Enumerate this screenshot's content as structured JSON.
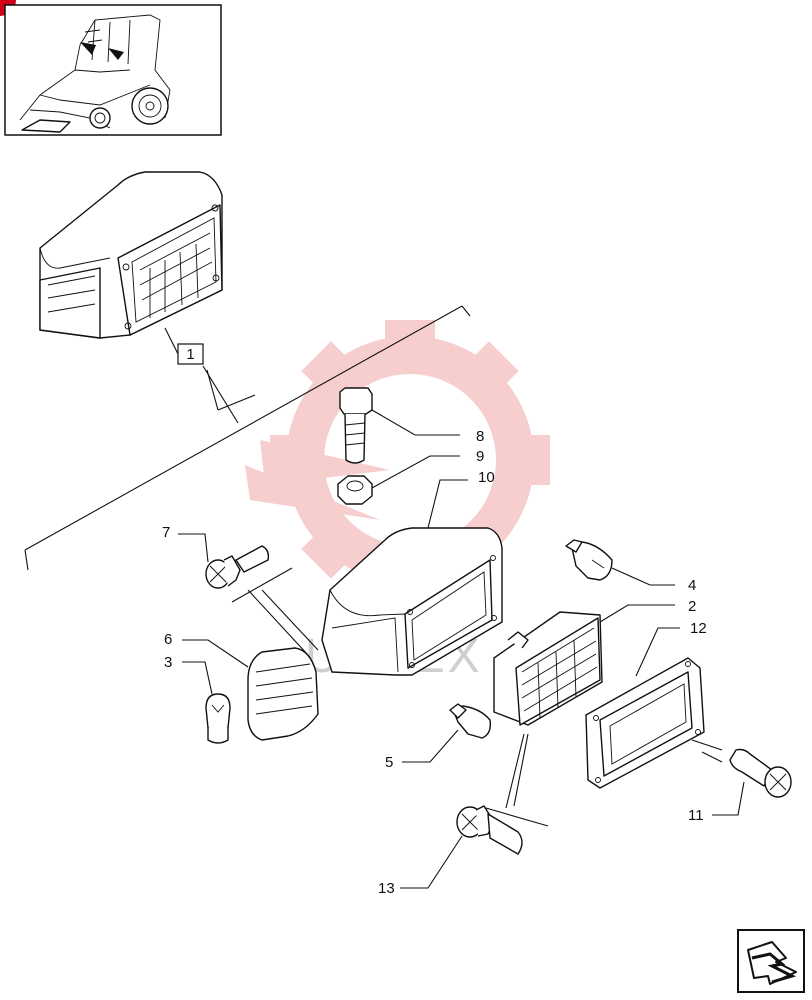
{
  "thumbnail": {
    "icon": "tractor-loader-thumbnail"
  },
  "watermark": {
    "text": "UHTEX",
    "icon": "gear-watermark-icon",
    "color": "#f6c6c6"
  },
  "nav": {
    "icon": "next-page-arrow-icon",
    "accent": "#111111"
  },
  "corner_mark": {
    "color": "#d0021b"
  },
  "callouts": {
    "c1": "1",
    "c2": "2",
    "c3": "3",
    "c4": "4",
    "c5": "5",
    "c6": "6",
    "c7": "7",
    "c8": "8",
    "c9": "9",
    "c10": "10",
    "c11": "11",
    "c12": "12",
    "c13": "13"
  }
}
